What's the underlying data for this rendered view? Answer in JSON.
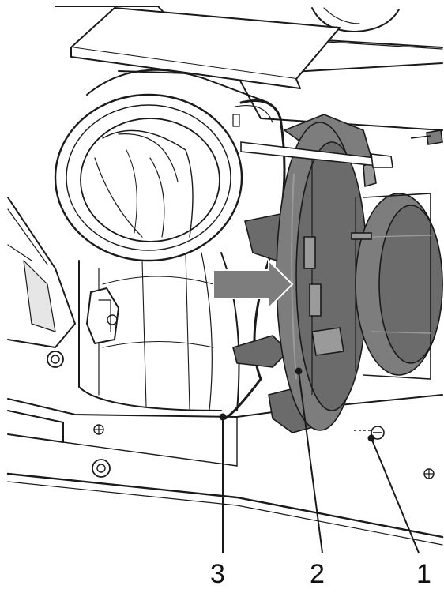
{
  "callouts": [
    {
      "label": "3"
    },
    {
      "label": "2"
    },
    {
      "label": "1"
    }
  ],
  "colors": {
    "line": "#1a1a1a",
    "fan_dark": "#6b6b6b",
    "fan_mid": "#7d7d7d",
    "fan_light": "#9a9a9a",
    "panel": "#ffffff",
    "shade": "#e6e6e6"
  }
}
